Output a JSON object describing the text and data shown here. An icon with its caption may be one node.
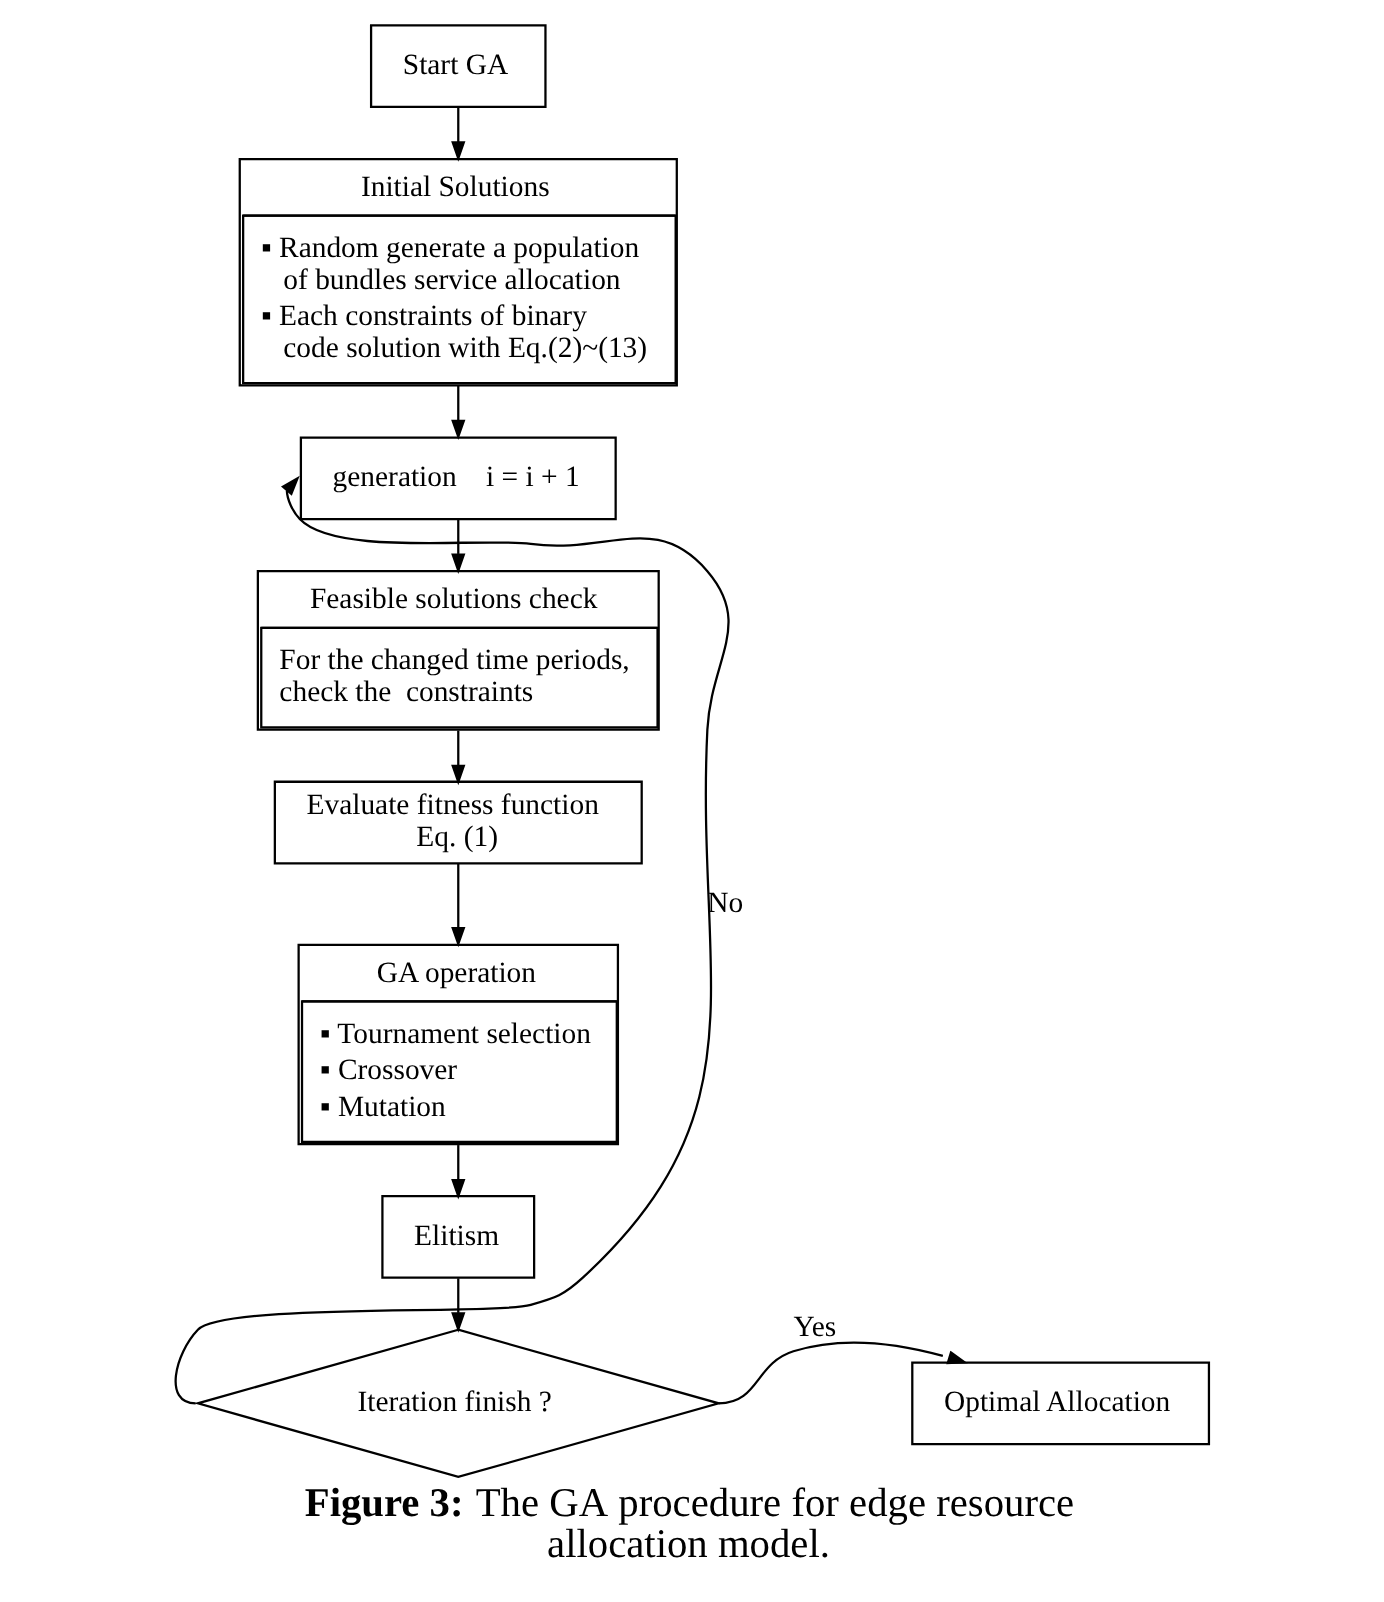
{
  "diagram": {
    "caption": "**Figure 3:** The GA procedure for edge resource allocation model.",
    "nodes": [
      {
        "text": [
          "Start GA"
        ]
      },
      {
        "text": [
          "Initial Solutions",
          "▪ Random generate a population of bundles service allocation",
          "▪ Each constraints of binary code solution with Eq.(2)~(13)"
        ]
      },
      {
        "text": [
          "generation    i = i + 1"
        ]
      },
      {
        "text": [
          "Feasible solutions check",
          "For the changed time periods, check the  constraints"
        ]
      },
      {
        "text": [
          "Evaluate fitness function Eq. (1)"
        ]
      },
      {
        "text": [
          "GA operation",
          "▪ Tournament selection",
          "▪ Crossover",
          "▪ Mutation"
        ]
      },
      {
        "text": [
          "Elitism"
        ]
      },
      {
        "text": [
          "Iteration finish ?"
        ]
      },
      {
        "text": [
          "Optimal Allocation"
        ]
      }
    ],
    "edges": [
      {
        "from": 0,
        "to": 1,
        "arrow": "to"
      },
      {
        "from": 1,
        "to": 2,
        "arrow": "to"
      },
      {
        "from": 2,
        "to": 3,
        "arrow": "to"
      },
      {
        "from": 3,
        "to": 4,
        "arrow": "to"
      },
      {
        "from": 4,
        "to": 5,
        "arrow": "to"
      },
      {
        "from": 5,
        "to": 6,
        "arrow": "to"
      },
      {
        "from": 6,
        "to": 7,
        "arrow": "to"
      },
      {
        "from": 7,
        "to": 2,
        "arrow": "to",
        "label": "No"
      },
      {
        "from": 7,
        "to": 8,
        "arrow": "to",
        "label": "Yes"
      }
    ]
  }
}
